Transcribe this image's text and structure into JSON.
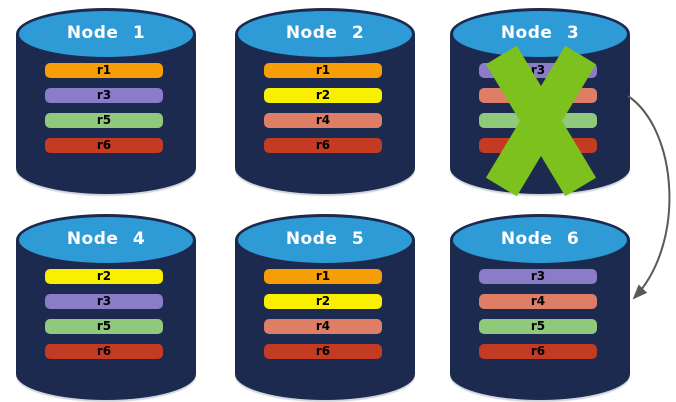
{
  "diagram": {
    "colors": {
      "background": "#FFFFFF",
      "cylinder_body": "#1B2A4E",
      "cylinder_top": "#2E9AD6",
      "node_label_text": "#FFFFFF",
      "replica_label_text": "#000000",
      "failure_x": "#7DC11F",
      "arrow": "#595959",
      "replica_palette": {
        "r1": "#F79E07",
        "r2": "#F9F000",
        "r3": "#8A7CC8",
        "r4": "#DE7E66",
        "r5": "#90C87C",
        "r6": "#C43B24"
      }
    },
    "nodes": [
      {
        "label": "Node 1",
        "failed": false,
        "replicas": [
          {
            "id": "r1",
            "color": "#F79E07"
          },
          {
            "id": "r3",
            "color": "#8A7CC8"
          },
          {
            "id": "r5",
            "color": "#90C87C"
          },
          {
            "id": "r6",
            "color": "#C43B24"
          }
        ]
      },
      {
        "label": "Node 2",
        "failed": false,
        "replicas": [
          {
            "id": "r1",
            "color": "#F79E07"
          },
          {
            "id": "r2",
            "color": "#F9F000"
          },
          {
            "id": "r4",
            "color": "#DE7E66"
          },
          {
            "id": "r6",
            "color": "#C43B24"
          }
        ]
      },
      {
        "label": "Node 3",
        "failed": true,
        "replicas": [
          {
            "id": "r3",
            "color": "#8A7CC8"
          },
          {
            "id": "r4",
            "color": "#DE7E66"
          },
          {
            "id": "r5",
            "color": "#90C87C"
          },
          {
            "id": "r6",
            "color": "#C43B24"
          }
        ]
      },
      {
        "label": "Node 4",
        "failed": false,
        "replicas": [
          {
            "id": "r2",
            "color": "#F9F000"
          },
          {
            "id": "r3",
            "color": "#8A7CC8"
          },
          {
            "id": "r5",
            "color": "#90C87C"
          },
          {
            "id": "r6",
            "color": "#C43B24"
          }
        ]
      },
      {
        "label": "Node 5",
        "failed": false,
        "replicas": [
          {
            "id": "r1",
            "color": "#F79E07"
          },
          {
            "id": "r2",
            "color": "#F9F000"
          },
          {
            "id": "r4",
            "color": "#DE7E66"
          },
          {
            "id": "r6",
            "color": "#C43B24"
          }
        ]
      },
      {
        "label": "Node 6",
        "failed": false,
        "replicas": [
          {
            "id": "r3",
            "color": "#8A7CC8"
          },
          {
            "id": "r4",
            "color": "#DE7E66"
          },
          {
            "id": "r5",
            "color": "#90C87C"
          },
          {
            "id": "r6",
            "color": "#C43B24"
          }
        ]
      }
    ],
    "arrow": {
      "from": "Node 3",
      "to": "Node 6"
    }
  }
}
